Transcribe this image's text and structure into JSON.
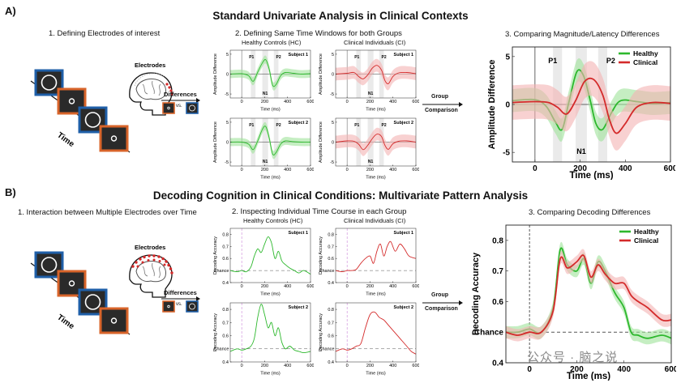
{
  "sectionA": {
    "letter": "A)",
    "title": "Standard Univariate Analysis in Clinical Contexts",
    "step1": "1. Defining Electrodes of interest",
    "step2": "2. Defining Same Time Windows for both Groups",
    "step3": "3. Comparing Magnitude/Latency Differences",
    "hc_label": "Healthy Controls (HC)",
    "ci_label": "Clinical Individuals (CI)",
    "electrodes": "Electrodes",
    "time": "Time",
    "differences": "Differences",
    "vs": "vs.",
    "group_comparison": [
      "Group",
      "Comparison"
    ]
  },
  "sectionB": {
    "letter": "B)",
    "title": "Decoding Cognition in Clinical Conditions: Multivariate Pattern Analysis",
    "step1": "1. Interaction between Multiple Electrodes over Time",
    "step2": "2. Inspecting Individual Time Course in each Group",
    "step3": "3. Comparing Decoding Differences",
    "hc_label": "Healthy Controls (HC)",
    "ci_label": "Clinical Individuals (CI)",
    "electrodes": "Electrodes",
    "time": "Time",
    "differences": "Differences",
    "vs": "vs.",
    "group_comparison": [
      "Group",
      "Comparison"
    ]
  },
  "colors": {
    "healthy": "#2db82d",
    "clinical": "#d42a2a",
    "healthy_band": "#9fe39a",
    "clinical_band": "#f4b3b3",
    "window": "#d9d9d9",
    "brain_dots_a": "#d42a2a",
    "brain_dots_b": "#d42a2a",
    "tile_blue": "#1f5fa8",
    "tile_orange": "#d8642a"
  },
  "watermark": "公众号 · 脑之说",
  "chart_data": [
    {
      "id": "a-hc-s1",
      "type": "line",
      "subject": "Subject 1",
      "group": "healthy",
      "ylabel": "Amplitude Difference",
      "xlabel": "Time (ms)",
      "xlim": [
        -100,
        600
      ],
      "ylim": [
        -6,
        6
      ],
      "xticks": [
        0,
        200,
        400,
        600
      ],
      "yticks": [
        -5,
        0,
        5
      ],
      "peaks": [
        "P1",
        "N1",
        "P2"
      ],
      "windows": [
        [
          80,
          120
        ],
        [
          180,
          230
        ],
        [
          280,
          320
        ]
      ],
      "x": [
        -100,
        0,
        60,
        100,
        140,
        180,
        210,
        240,
        270,
        300,
        340,
        380,
        450,
        520,
        600
      ],
      "values": [
        0,
        0.1,
        -0.4,
        -1.8,
        0.5,
        2.8,
        3.6,
        1.2,
        -2.8,
        -2.6,
        -0.4,
        0.4,
        0.2,
        0,
        0.1
      ],
      "band": 1.0
    },
    {
      "id": "a-hc-s2",
      "type": "line",
      "subject": "Subject 2",
      "group": "healthy",
      "ylabel": "Amplitude Difference",
      "xlabel": "Time (ms)",
      "xlim": [
        -100,
        600
      ],
      "ylim": [
        -6,
        6
      ],
      "xticks": [
        0,
        200,
        400,
        600
      ],
      "yticks": [
        -5,
        0,
        5
      ],
      "peaks": [
        "P1",
        "N1",
        "P2"
      ],
      "windows": [
        [
          80,
          120
        ],
        [
          180,
          230
        ],
        [
          280,
          320
        ]
      ],
      "x": [
        -100,
        0,
        60,
        100,
        140,
        180,
        210,
        240,
        270,
        300,
        340,
        380,
        450,
        520,
        600
      ],
      "values": [
        0,
        0,
        -0.5,
        -1.9,
        0.3,
        3.2,
        3.9,
        1.0,
        -3.0,
        -2.6,
        -0.5,
        0.3,
        0.1,
        0,
        0
      ],
      "band": 1.0
    },
    {
      "id": "a-ci-s1",
      "type": "line",
      "subject": "Subject 1",
      "group": "clinical",
      "ylabel": "Amplitude Difference",
      "xlabel": "Time (ms)",
      "xlim": [
        -100,
        600
      ],
      "ylim": [
        -6,
        6
      ],
      "xticks": [
        0,
        200,
        400,
        600
      ],
      "yticks": [
        -5,
        0,
        5
      ],
      "peaks": [
        "P1",
        "N1",
        "P2"
      ],
      "windows": [
        [
          80,
          120
        ],
        [
          180,
          230
        ],
        [
          280,
          320
        ]
      ],
      "x": [
        -100,
        0,
        60,
        100,
        140,
        180,
        220,
        260,
        300,
        330,
        360,
        400,
        450,
        520,
        600
      ],
      "values": [
        0,
        0.2,
        0.4,
        -0.6,
        -1.2,
        -0.2,
        1.5,
        2.2,
        1.0,
        -1.6,
        -2.4,
        -0.6,
        0.3,
        0.4,
        0.1
      ],
      "band": 1.6
    },
    {
      "id": "a-ci-s2",
      "type": "line",
      "subject": "Subject 2",
      "group": "clinical",
      "ylabel": "Amplitude Difference",
      "xlabel": "Time (ms)",
      "xlim": [
        -100,
        600
      ],
      "ylim": [
        -6,
        6
      ],
      "xticks": [
        0,
        200,
        400,
        600
      ],
      "yticks": [
        -5,
        0,
        5
      ],
      "peaks": [
        "P1",
        "N1",
        "P2"
      ],
      "windows": [
        [
          80,
          120
        ],
        [
          180,
          230
        ],
        [
          280,
          320
        ]
      ],
      "x": [
        -100,
        0,
        60,
        100,
        140,
        180,
        220,
        260,
        300,
        330,
        360,
        400,
        450,
        520,
        600
      ],
      "values": [
        0,
        0.3,
        0.2,
        -0.5,
        -1.9,
        -0.8,
        0.9,
        2.0,
        1.4,
        -0.8,
        -1.8,
        -0.4,
        0.2,
        0.3,
        0
      ],
      "band": 1.6
    },
    {
      "id": "a-compare",
      "type": "line",
      "ylabel": "Amplitude Difference",
      "xlabel": "Time (ms)",
      "xlim": [
        -100,
        600
      ],
      "ylim": [
        -6,
        6
      ],
      "xticks": [
        0,
        200,
        400,
        600
      ],
      "yticks": [
        -5,
        0,
        5
      ],
      "peaks": [
        "P1",
        "N1",
        "P2"
      ],
      "windows": [
        [
          80,
          120
        ],
        [
          180,
          230
        ],
        [
          280,
          320
        ]
      ],
      "legend": "top-right",
      "series": [
        {
          "name": "Healthy",
          "group": "healthy",
          "band": 1.2,
          "x": [
            -100,
            0,
            50,
            90,
            120,
            150,
            185,
            215,
            245,
            270,
            300,
            340,
            380,
            450,
            520,
            600
          ],
          "values": [
            0.4,
            0.5,
            -0.2,
            -1.8,
            -2.6,
            0.2,
            3.4,
            3.0,
            0.4,
            -2.0,
            -2.6,
            -0.8,
            0.4,
            0.3,
            0.1,
            0.2
          ]
        },
        {
          "name": "Clinical",
          "group": "clinical",
          "band": 1.8,
          "x": [
            -100,
            0,
            60,
            100,
            140,
            180,
            220,
            260,
            300,
            330,
            360,
            400,
            450,
            520,
            600
          ],
          "values": [
            0.2,
            0.3,
            0.2,
            -0.3,
            -1.0,
            0.4,
            2.4,
            2.6,
            1.0,
            -1.6,
            -3.0,
            -2.0,
            -0.3,
            0.2,
            0.1
          ]
        }
      ]
    },
    {
      "id": "b-hc-s1",
      "type": "line",
      "subject": "Subject 1",
      "group": "healthy",
      "ylabel": "Decoding Accuracy",
      "xlabel": "Time (ms)",
      "xlim": [
        -100,
        600
      ],
      "ylim": [
        0.4,
        0.85
      ],
      "xticks": [
        0,
        200,
        400,
        600
      ],
      "yticks": [
        0.4,
        0.5,
        0.6,
        0.7,
        0.8
      ],
      "chance_label": "Chance",
      "chance": 0.5,
      "x": [
        -100,
        -40,
        0,
        40,
        80,
        110,
        140,
        170,
        200,
        230,
        260,
        290,
        320,
        350,
        380,
        420,
        460,
        500,
        540,
        600
      ],
      "values": [
        0.5,
        0.49,
        0.5,
        0.49,
        0.53,
        0.62,
        0.68,
        0.65,
        0.72,
        0.78,
        0.73,
        0.6,
        0.66,
        0.58,
        0.55,
        0.52,
        0.5,
        0.48,
        0.5,
        0.47
      ]
    },
    {
      "id": "b-hc-s2",
      "type": "line",
      "subject": "Subject 2",
      "group": "healthy",
      "ylabel": "Decoding Accuracy",
      "xlabel": "Time (ms)",
      "xlim": [
        -100,
        600
      ],
      "ylim": [
        0.4,
        0.85
      ],
      "xticks": [
        0,
        200,
        400,
        600
      ],
      "yticks": [
        0.4,
        0.5,
        0.6,
        0.7,
        0.8
      ],
      "chance_label": "Chance",
      "chance": 0.5,
      "x": [
        -100,
        -40,
        0,
        40,
        80,
        110,
        140,
        170,
        200,
        230,
        260,
        290,
        320,
        350,
        380,
        420,
        460,
        500,
        540,
        600
      ],
      "values": [
        0.48,
        0.5,
        0.49,
        0.5,
        0.52,
        0.58,
        0.74,
        0.84,
        0.76,
        0.66,
        0.7,
        0.6,
        0.66,
        0.55,
        0.5,
        0.52,
        0.49,
        0.48,
        0.47,
        0.48
      ]
    },
    {
      "id": "b-ci-s1",
      "type": "line",
      "subject": "Subject 1",
      "group": "clinical",
      "ylabel": "Decoding Accuracy",
      "xlabel": "Time (ms)",
      "xlim": [
        -100,
        600
      ],
      "ylim": [
        0.4,
        0.85
      ],
      "xticks": [
        0,
        200,
        400,
        600
      ],
      "yticks": [
        0.4,
        0.5,
        0.6,
        0.7,
        0.8
      ],
      "chance_label": "Chance",
      "chance": 0.5,
      "x": [
        -100,
        -40,
        0,
        40,
        80,
        120,
        160,
        200,
        230,
        260,
        290,
        320,
        350,
        380,
        420,
        460,
        500,
        540,
        600
      ],
      "values": [
        0.5,
        0.49,
        0.5,
        0.5,
        0.51,
        0.56,
        0.6,
        0.62,
        0.56,
        0.66,
        0.72,
        0.62,
        0.7,
        0.74,
        0.66,
        0.72,
        0.68,
        0.62,
        0.6
      ]
    },
    {
      "id": "b-ci-s2",
      "type": "line",
      "subject": "Subject 2",
      "group": "clinical",
      "ylabel": "Decoding Accuracy",
      "xlabel": "Time (ms)",
      "xlim": [
        -100,
        600
      ],
      "ylim": [
        0.4,
        0.85
      ],
      "xticks": [
        0,
        200,
        400,
        600
      ],
      "yticks": [
        0.4,
        0.5,
        0.6,
        0.7,
        0.8
      ],
      "chance_label": "Chance",
      "chance": 0.5,
      "x": [
        -100,
        -40,
        0,
        40,
        80,
        120,
        160,
        200,
        240,
        280,
        320,
        360,
        400,
        440,
        480,
        520,
        560,
        600
      ],
      "values": [
        0.48,
        0.5,
        0.49,
        0.5,
        0.52,
        0.54,
        0.66,
        0.76,
        0.78,
        0.74,
        0.72,
        0.68,
        0.64,
        0.6,
        0.56,
        0.52,
        0.48,
        0.46
      ]
    },
    {
      "id": "b-compare",
      "type": "line",
      "ylabel": "Decoding Accuracy",
      "xlabel": "Time (ms)",
      "xlim": [
        -100,
        600
      ],
      "ylim": [
        0.4,
        0.85
      ],
      "xticks": [
        0,
        200,
        400,
        600
      ],
      "yticks": [
        0.4,
        0.5,
        0.6,
        0.7,
        0.8
      ],
      "chance_label": "Chance",
      "chance": 0.5,
      "legend": "top-right",
      "series": [
        {
          "name": "Healthy",
          "group": "healthy",
          "band": 0.02,
          "x": [
            -100,
            -50,
            0,
            50,
            100,
            130,
            160,
            200,
            230,
            260,
            290,
            320,
            360,
            400,
            430,
            460,
            500,
            560,
            600
          ],
          "values": [
            0.5,
            0.5,
            0.51,
            0.5,
            0.58,
            0.77,
            0.72,
            0.7,
            0.74,
            0.66,
            0.73,
            0.7,
            0.63,
            0.58,
            0.5,
            0.49,
            0.48,
            0.49,
            0.48
          ]
        },
        {
          "name": "Clinical",
          "group": "clinical",
          "band": 0.02,
          "x": [
            -100,
            -50,
            0,
            50,
            100,
            130,
            160,
            200,
            230,
            260,
            290,
            320,
            360,
            400,
            430,
            460,
            500,
            560,
            600
          ],
          "values": [
            0.5,
            0.49,
            0.5,
            0.5,
            0.57,
            0.74,
            0.71,
            0.73,
            0.75,
            0.68,
            0.72,
            0.69,
            0.66,
            0.66,
            0.62,
            0.6,
            0.58,
            0.54,
            0.54
          ]
        }
      ]
    }
  ]
}
